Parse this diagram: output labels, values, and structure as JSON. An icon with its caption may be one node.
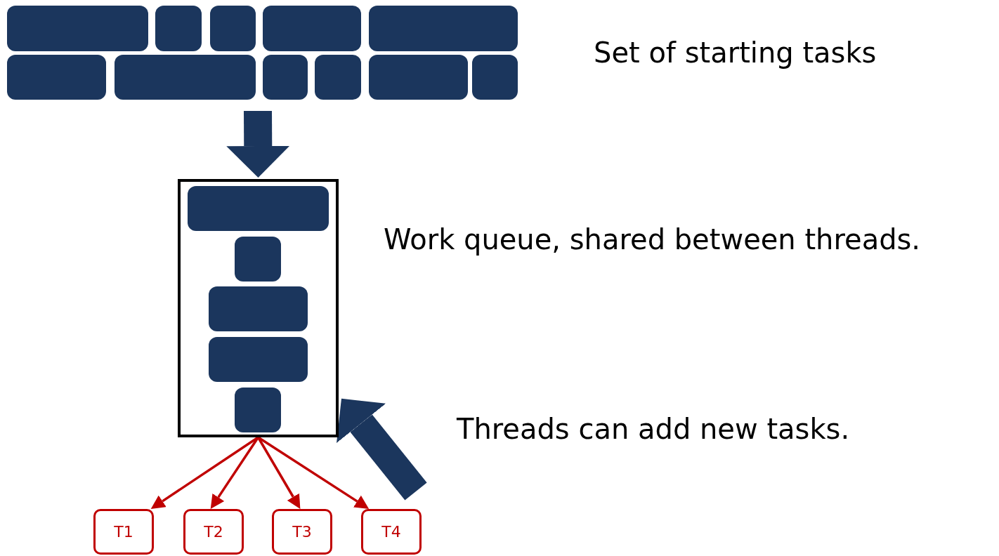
{
  "diagram": {
    "nodes": [
      {
        "text": [],
        "shape": "box"
      },
      {
        "text": [],
        "shape": "box"
      },
      {
        "text": [],
        "shape": "box"
      },
      {
        "text": [],
        "shape": "box"
      },
      {
        "text": [],
        "shape": "box"
      },
      {
        "text": [],
        "shape": "box"
      },
      {
        "text": [],
        "shape": "box"
      },
      {
        "text": [],
        "shape": "box"
      },
      {
        "text": [],
        "shape": "box"
      },
      {
        "text": [],
        "shape": "box"
      },
      {
        "text": [],
        "shape": "box"
      },
      {
        "text": [],
        "shape": "box"
      },
      {
        "text": [],
        "shape": "box",
        "in": 11
      },
      {
        "text": [],
        "shape": "box",
        "in": 11
      },
      {
        "text": [],
        "shape": "box",
        "in": 11
      },
      {
        "text": [],
        "shape": "box",
        "in": 11
      },
      {
        "text": [],
        "shape": "box",
        "in": 11
      },
      {
        "text": [
          "T1"
        ]
      },
      {
        "text": [
          "T2"
        ]
      },
      {
        "text": [
          "T3"
        ]
      },
      {
        "text": [
          "T4"
        ]
      }
    ],
    "edges": [
      {
        "from": 6,
        "to": 11,
        "arrow": "to",
        "style": "thick",
        "color": "#1b365d"
      },
      {
        "from": 11,
        "to": 17,
        "arrow": "to"
      },
      {
        "from": 11,
        "to": 18,
        "arrow": "to"
      },
      {
        "from": 11,
        "to": 19,
        "arrow": "to"
      },
      {
        "from": 11,
        "to": 20,
        "arrow": "to"
      },
      {
        "from": null,
        "to": 11,
        "arrow": "to",
        "style": "thick",
        "color": "#1b365d"
      }
    ],
    "labels": [
      "Set of starting tasks",
      "Work queue, shared between threads.",
      "Threads can add new tasks."
    ]
  }
}
